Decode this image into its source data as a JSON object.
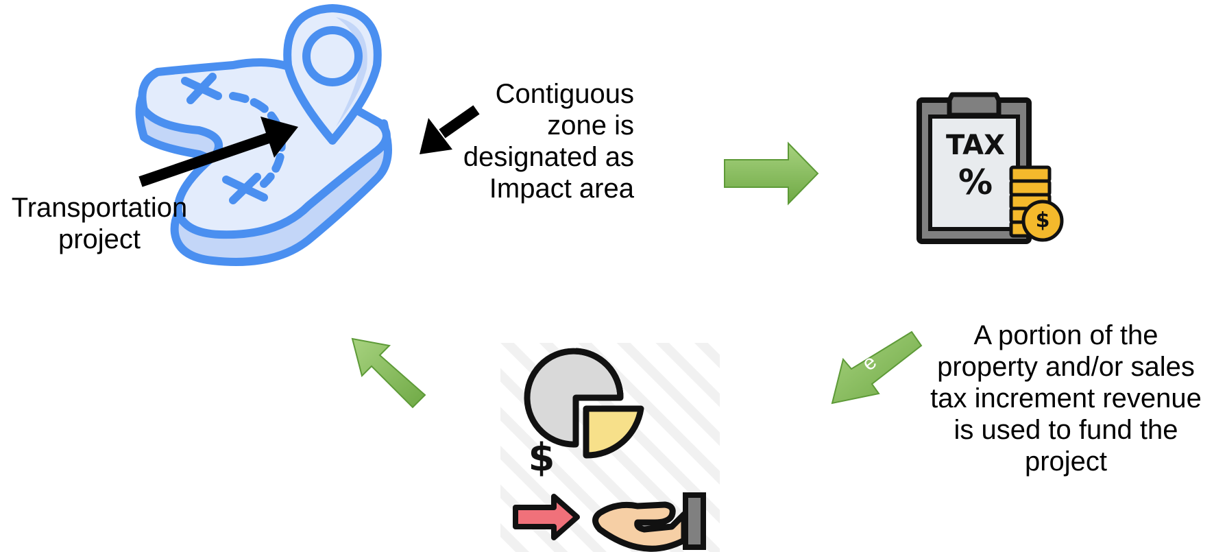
{
  "labels": {
    "transportation": "Transportation project",
    "contiguous_zone": "Contiguous zone is designated as Impact area",
    "portion": "A portion of the property and/or sales tax increment revenue is used to fund the project"
  },
  "tax_icon": {
    "tax_text": "TAX",
    "percent_text": "%",
    "coin_symbol": "$"
  },
  "payment_icon": {
    "dollar_text": "$"
  },
  "colors": {
    "map_stroke": "#4a8ff0",
    "map_fill": "#e3ecfc",
    "map_shade": "#c3d6f8",
    "arrow_green": "#7cb555",
    "arrow_green_light": "#a7d27f",
    "coin_yellow": "#f4b92c",
    "pie_gray": "#d9d9d9",
    "pie_yellow": "#f7e08a",
    "hand_skin": "#f6cfa5",
    "arrow_red": "#f0717a"
  }
}
